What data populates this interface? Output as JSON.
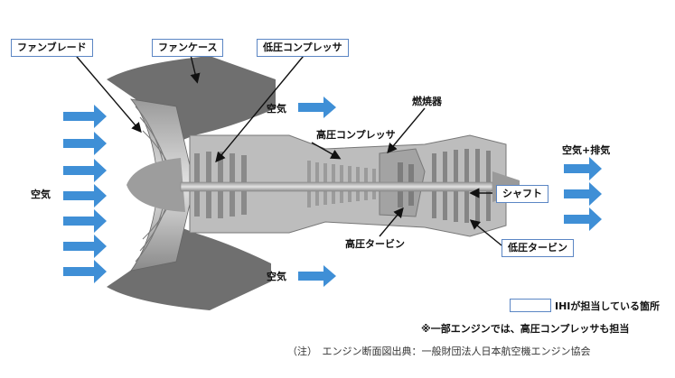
{
  "labels": {
    "fan_blade": "ファンブレード",
    "fan_case": "ファンケース",
    "lp_compressor": "低圧コンプレッサ",
    "combustor": "燃焼器",
    "hp_compressor": "高圧コンプレッサ",
    "hp_turbine": "高圧タービン",
    "shaft": "シャフト",
    "lp_turbine": "低圧タービン",
    "air_left": "空気",
    "air_top": "空気",
    "air_bottom": "空気",
    "air_exhaust": "空気+排気"
  },
  "legend": {
    "ihi_parts": "IHIが担当している箇所"
  },
  "notes": {
    "footnote": "※一部エンジンでは、高圧コンプレッサも担当",
    "source": "（注）　エンジン断面図出典：一般財団法人日本航空機エンジン協会"
  },
  "colors": {
    "arrow": "#3f8fd6",
    "box_border": "#5b86c4",
    "engine_dark": "#5a5a5a",
    "engine_mid": "#8c8c8c",
    "engine_light": "#c9c9c9"
  }
}
